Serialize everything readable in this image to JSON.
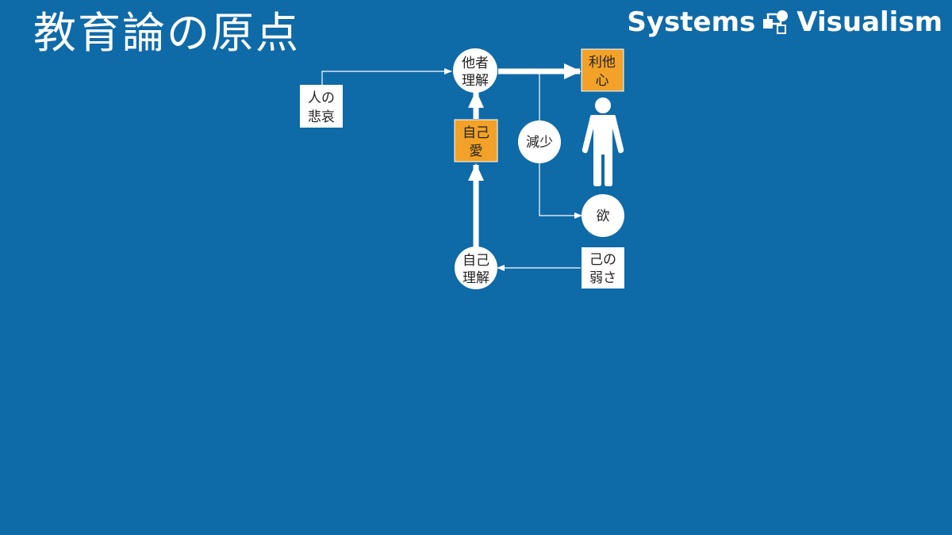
{
  "header": {
    "title": "教育論の原点",
    "brand_left": "Systems",
    "brand_icon": "systems-visualism-logo",
    "brand_right": "Visualism"
  },
  "colors": {
    "background": "#0f6aa8",
    "accent_box": "#f2a228",
    "white": "#ffffff",
    "text": "#222222"
  },
  "nodes": {
    "human_sorrow": [
      "人の",
      "悲哀"
    ],
    "understand_others": [
      "他者",
      "理解"
    ],
    "altruism": [
      "利他",
      "心"
    ],
    "self_love": [
      "自己",
      "愛"
    ],
    "decrease": [
      "減少"
    ],
    "desire": [
      "欲"
    ],
    "self_understanding": [
      "自己",
      "理解"
    ],
    "own_weakness": [
      "己の",
      "弱さ"
    ]
  },
  "figure_icon": "person-icon"
}
